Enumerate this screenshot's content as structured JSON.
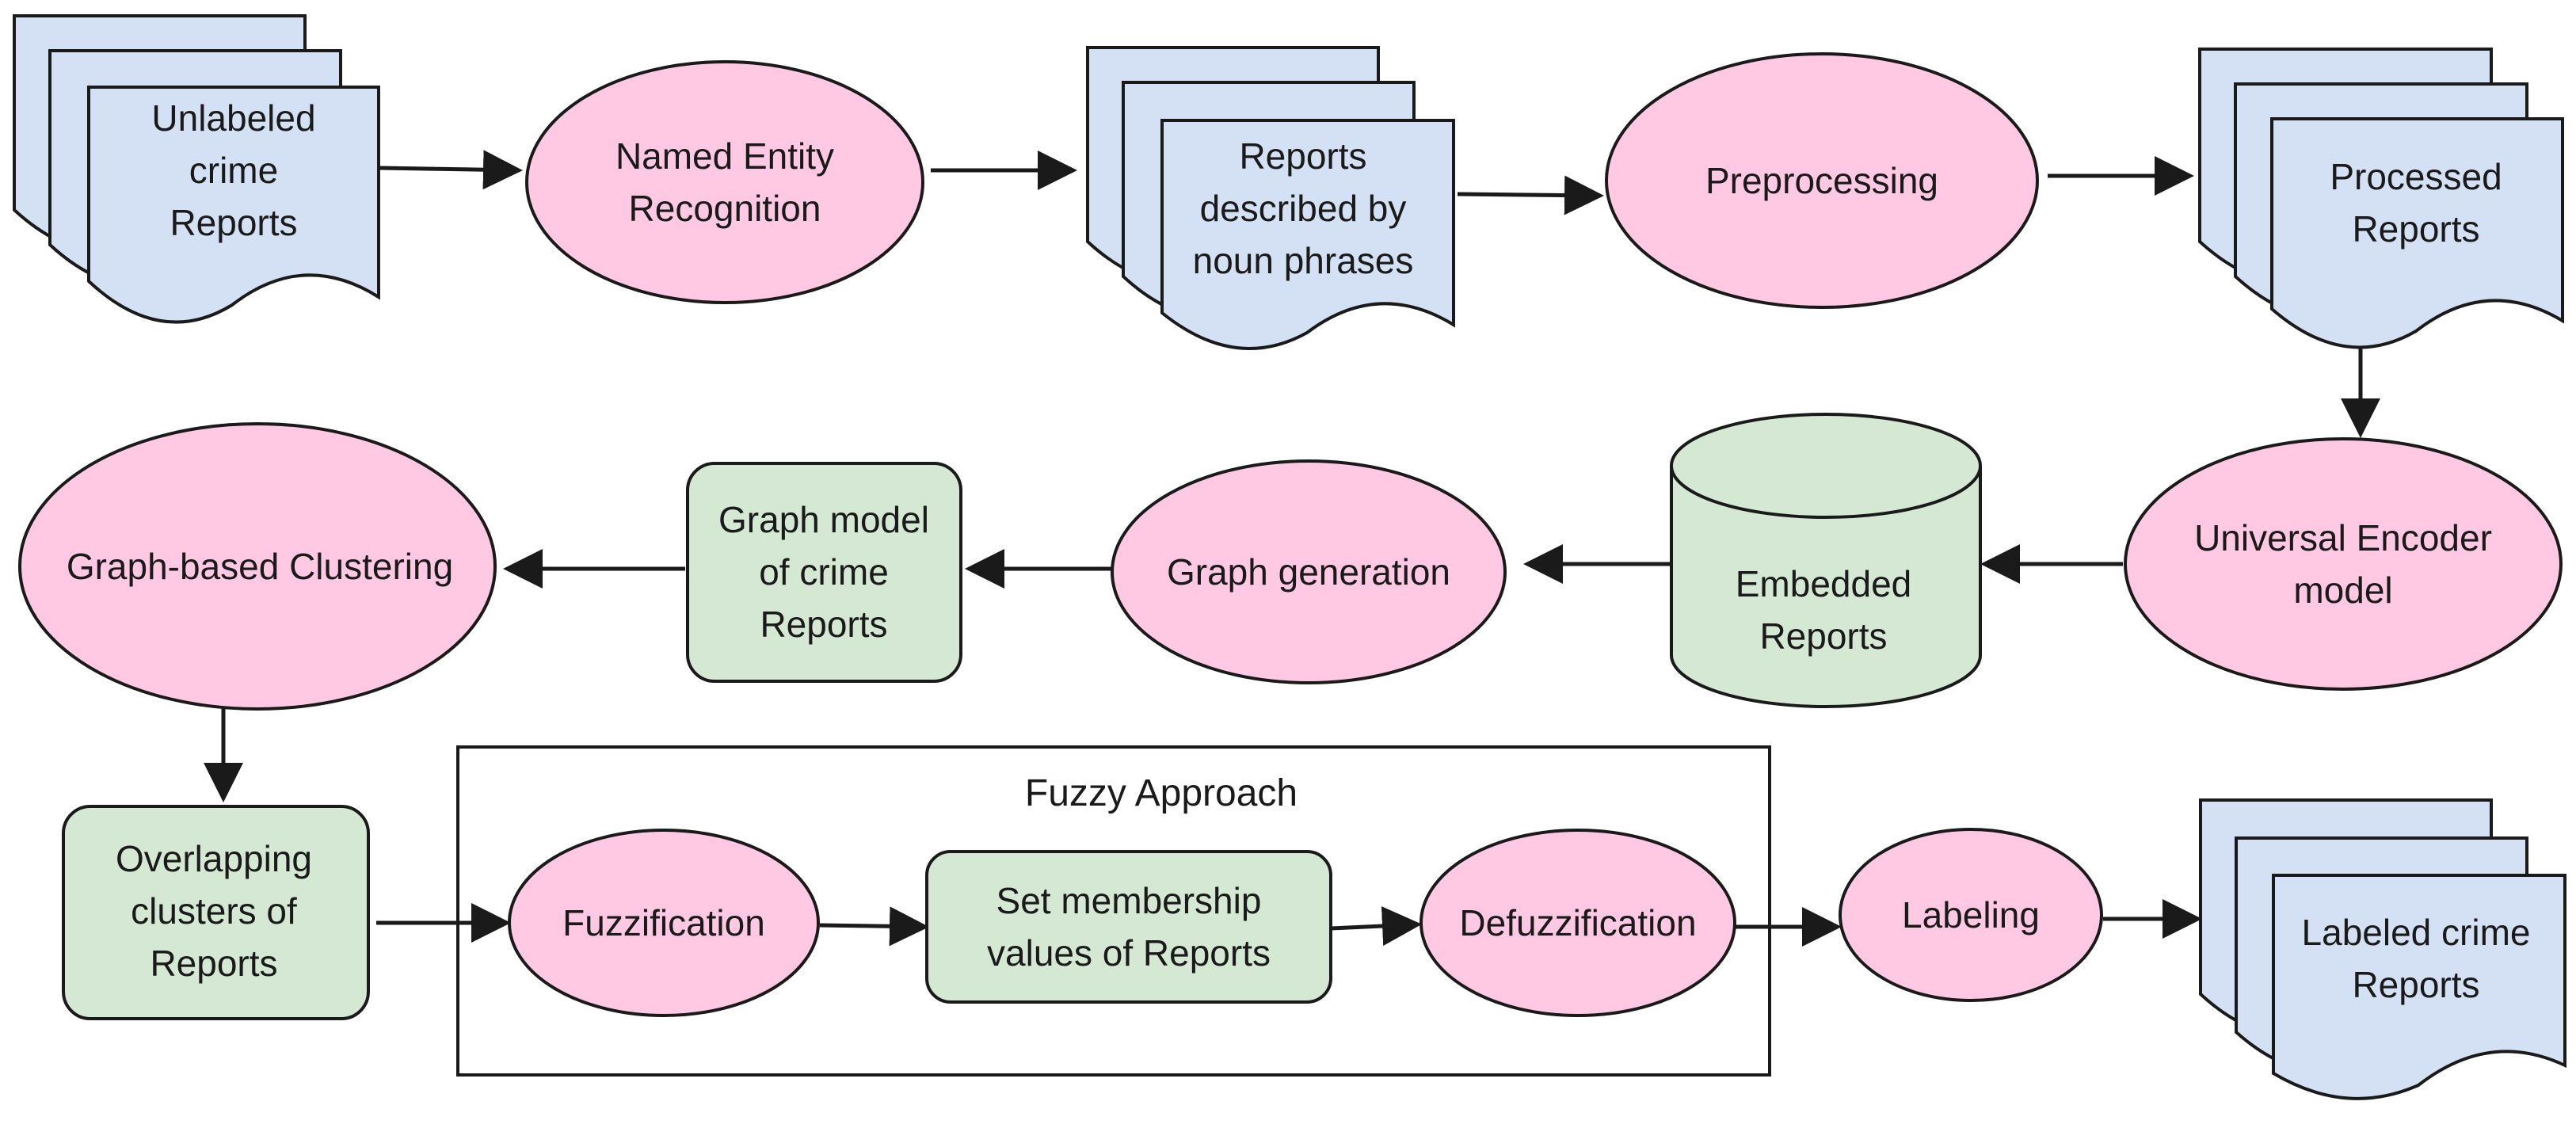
{
  "colors": {
    "document_fill": "#d4e1f5",
    "process_fill": "#ffc9e4",
    "data_fill": "#d5e8d4",
    "stroke": "#1a1a1a"
  },
  "nodes": {
    "unlabeled_reports": [
      "Unlabeled",
      "crime",
      "Reports"
    ],
    "ner": [
      "Named Entity",
      "Recognition"
    ],
    "reports_noun_phrases": [
      "Reports",
      "described by",
      "noun phrases"
    ],
    "preprocessing": [
      "Preprocessing"
    ],
    "processed_reports": [
      "Processed",
      "Reports"
    ],
    "universal_encoder": [
      "Universal Encoder",
      "model"
    ],
    "embedded_reports": [
      "Embedded",
      "Reports"
    ],
    "graph_generation": [
      "Graph generation"
    ],
    "graph_model": [
      "Graph model",
      "of crime",
      "Reports"
    ],
    "graph_clustering": [
      "Graph-based Clustering"
    ],
    "overlapping_clusters": [
      "Overlapping",
      "clusters of",
      "Reports"
    ],
    "fuzzification": [
      "Fuzzification"
    ],
    "set_membership": [
      "Set membership",
      "values of Reports"
    ],
    "defuzzification": [
      "Defuzzification"
    ],
    "labeling": [
      "Labeling"
    ],
    "labeled_reports": [
      "Labeled crime",
      "Reports"
    ]
  },
  "group": {
    "fuzzy_approach": "Fuzzy Approach"
  }
}
